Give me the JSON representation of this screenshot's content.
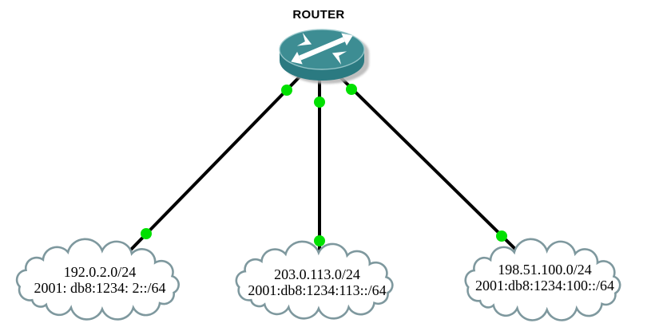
{
  "diagram": {
    "background": "#ffffff",
    "router": {
      "label": "ROUTER",
      "icon": "cisco-router-icon",
      "colors": {
        "body": "#2b7a81",
        "top": "#3d8d93",
        "rim_highlight": "#9fcbce",
        "arrows": "#ffffff",
        "shadow": "#b4b4b4"
      }
    },
    "networks": [
      {
        "id": "network-1",
        "label_ipv4": "192.0.2.0/24",
        "label_ipv6": "2001: db8:1234: 2::/64"
      },
      {
        "id": "network-2",
        "label_ipv4": "203.0.113.0/24",
        "label_ipv6": "2001:db8:1234:113::/64"
      },
      {
        "id": "network-3",
        "label_ipv4": "198.51.100.0/24",
        "label_ipv6": "2001:db8:1234:100::/64"
      }
    ],
    "links": [
      {
        "from": "router",
        "to": "network-1"
      },
      {
        "from": "router",
        "to": "network-2"
      },
      {
        "from": "router",
        "to": "network-3"
      }
    ],
    "styles": {
      "link_color": "#000000",
      "port_dot_color": "#00e000",
      "cloud_stroke": "#7e989e",
      "cloud_fill": "#ffffff",
      "label_color": "#000000"
    }
  }
}
